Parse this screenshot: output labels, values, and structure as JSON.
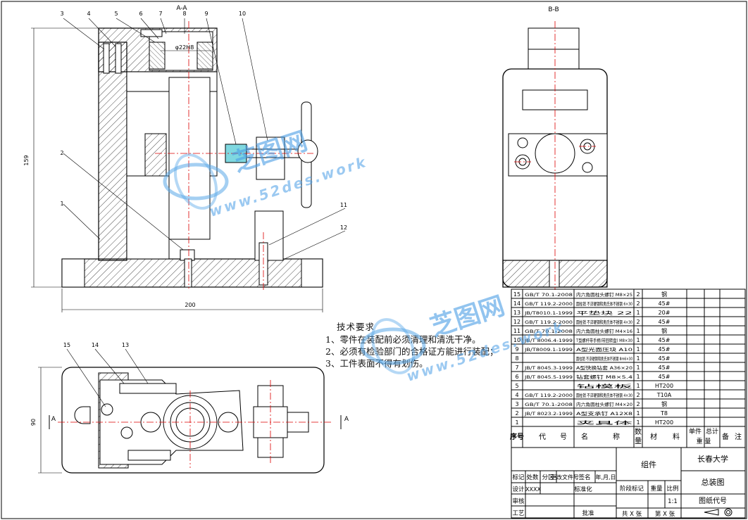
{
  "section_labels": {
    "aa": "A-A",
    "bb": "B-B",
    "arrow_a": "A"
  },
  "part_numbers": [
    "1",
    "2",
    "3",
    "4",
    "5",
    "6",
    "7",
    "8",
    "9",
    "10",
    "11",
    "12",
    "13",
    "14",
    "15"
  ],
  "dimensions": {
    "height": "159",
    "width": "200",
    "width2": "90",
    "bore": "φ22H8"
  },
  "tech_req": {
    "title": "技术要求",
    "items": [
      "1、零件在装配前必须清理和清洗干净。",
      "2、必须有检验部门的合格证方能进行装配；",
      "3、工件表面不得有划伤。"
    ]
  },
  "watermark": {
    "brand": "芝图网",
    "url": "www.52des.work"
  },
  "bom": [
    {
      "no": "15",
      "code": "GB/T 70.1-2008",
      "name": "内六角圆柱头螺钉 M8×25",
      "qty": "2",
      "material": "钢"
    },
    {
      "no": "14",
      "code": "GB/T 119.2-2000",
      "name": "圆柱销 不淬硬钢和奥氏体不锈钢 6×30",
      "qty": "2",
      "material": "45#"
    },
    {
      "no": "13",
      "code": "JB/T8010.1-1999",
      "name": "平垫块 22",
      "qty": "1",
      "material": "20#"
    },
    {
      "no": "12",
      "code": "GB/T 119.2-2000",
      "name": "圆柱销 不淬硬钢和奥氏体不锈钢 4×30",
      "qty": "2",
      "material": "45#"
    },
    {
      "no": "11",
      "code": "GB/T 70.1-2008",
      "name": "内六角圆柱头螺钉 M4×16",
      "qty": "1",
      "material": "钢"
    },
    {
      "no": "10",
      "code": "JB/T 8006.4-1999",
      "name": "T型螺杆带手柄(带回转盘) M8×30",
      "qty": "1",
      "material": "45#"
    },
    {
      "no": "9",
      "code": "JB/T8009.1-1999",
      "name": "A型光面压块 A10",
      "qty": "1",
      "material": "45#"
    },
    {
      "no": "8",
      "code": "",
      "name": "圆柱销 不淬硬钢和奥氏体不锈钢 8m6×30",
      "qty": "1",
      "material": "45#"
    },
    {
      "no": "7",
      "code": "JB/T 8045.3-1999",
      "name": "A型快换钻套 A36×20",
      "qty": "1",
      "material": "45#"
    },
    {
      "no": "6",
      "code": "JB/T 8045.5-1999",
      "name": "钻套螺钉 M8×5.4",
      "qty": "1",
      "material": "45#"
    },
    {
      "no": "5",
      "code": "",
      "name": "钻模板",
      "qty": "1",
      "material": "HT200"
    },
    {
      "no": "4",
      "code": "GB/T 119.2-2000",
      "name": "圆柱销 不淬硬钢和奥氏体不锈钢 4×30",
      "qty": "2",
      "material": "T10A"
    },
    {
      "no": "3",
      "code": "GB/T 70.1-2008",
      "name": "内六角圆柱头螺钉 M4×20",
      "qty": "2",
      "material": "钢"
    },
    {
      "no": "2",
      "code": "JB/T 8023.2-1999",
      "name": "A型支承钉 A12X8",
      "qty": "1",
      "material": "T8"
    },
    {
      "no": "1",
      "code": "",
      "name": "夹具体",
      "qty": "1",
      "material": "HT200"
    }
  ],
  "bom_header": {
    "no": "序号",
    "code_a": "代",
    "code_b": "号",
    "name_a": "名",
    "name_b": "称",
    "qty_a": "数",
    "qty_b": "量",
    "mat_a": "材",
    "mat_b": "料",
    "unit_a": "单件",
    "unit_b": "总计",
    "weight": "重 量",
    "rem_a": "备",
    "rem_b": "注"
  },
  "title_block": {
    "group": "组件",
    "school": "长春大学",
    "drawing": "总装图",
    "drawing_no": "图纸代号",
    "r1": [
      "标记",
      "处数",
      "分区",
      "更改文件号",
      "签名",
      "年,月,日"
    ],
    "r2": [
      "设计",
      "XXXX",
      "标准化"
    ],
    "stage": "阶段标记",
    "weight": "重量",
    "scale_h": "比例",
    "scale": "1:1",
    "check": "审核",
    "process": "工艺",
    "approve": "批准",
    "sheets_total": "共 X 张",
    "sheet_no": "第 X 张"
  }
}
